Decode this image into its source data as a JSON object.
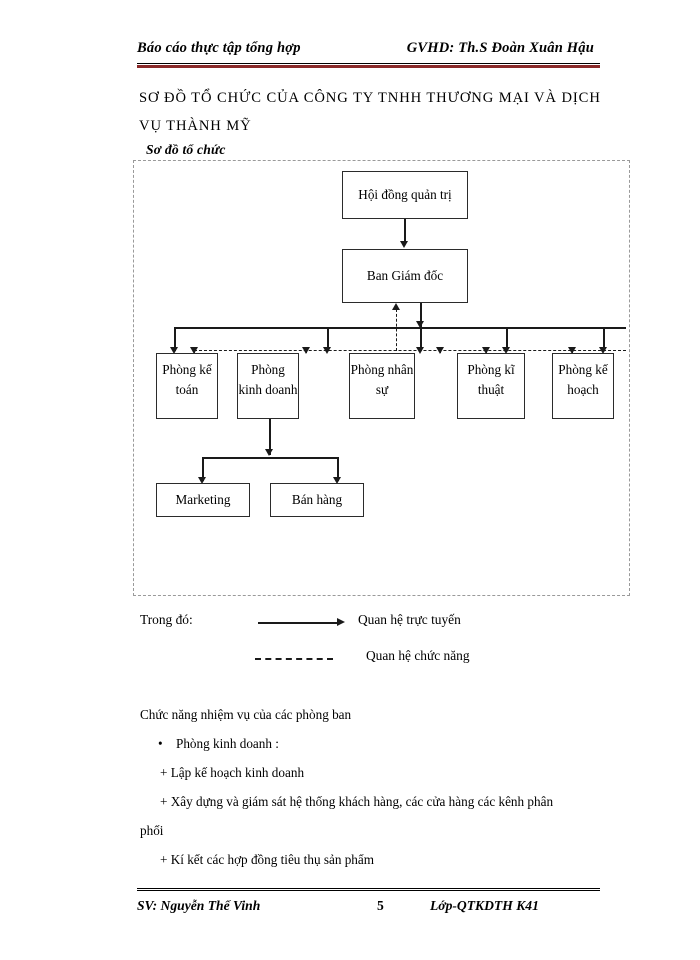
{
  "header": {
    "left": "Báo cáo thực tập tổng hợp",
    "right": "GVHD: Th.S Đoàn Xuân Hậu"
  },
  "title": {
    "line1": "SƠ ĐỒ TỔ CHỨC CỦA CÔNG TY TNHH THƯƠNG MẠI VÀ DỊCH",
    "line2": "VỤ THÀNH MỸ",
    "subtitle": "Sơ đồ tổ chức"
  },
  "diagram": {
    "nodes": [
      {
        "id": "board",
        "label": "Hội đồng quản trị"
      },
      {
        "id": "management",
        "label": "Ban Giám đốc"
      },
      {
        "id": "accounting",
        "label": "Phòng kế toán"
      },
      {
        "id": "business",
        "label": "Phòng kinh doanh"
      },
      {
        "id": "hr",
        "label": "Phòng nhân sự"
      },
      {
        "id": "technical",
        "label": "Phòng kĩ thuật"
      },
      {
        "id": "planning",
        "label": "Phòng kế hoạch"
      },
      {
        "id": "marketing",
        "label": "Marketing"
      },
      {
        "id": "sales",
        "label": "Bán hàng"
      }
    ]
  },
  "legend": {
    "intro": "Trong đó:",
    "solid_text": "Quan hệ trực tuyến",
    "dashed_text": "Quan hệ chức năng"
  },
  "body": {
    "intro": "Chức năng nhiệm vụ của các phòng ban",
    "bullet_marker": "•",
    "bullet": "Phòng kinh doanh :",
    "item1": "+ Lập kế hoạch kinh doanh",
    "item2": "+ Xây dựng và giám sát hệ thống khách hàng, các cửa hàng các kênh phân",
    "item2_cont": "phối",
    "item3": "+ Kí kết các hợp đồng tiêu thụ sản phẩm"
  },
  "footer": {
    "left": "SV: Nguyễn Thế Vinh",
    "page": "5",
    "right": "Lớp-QTKDTH K41"
  }
}
